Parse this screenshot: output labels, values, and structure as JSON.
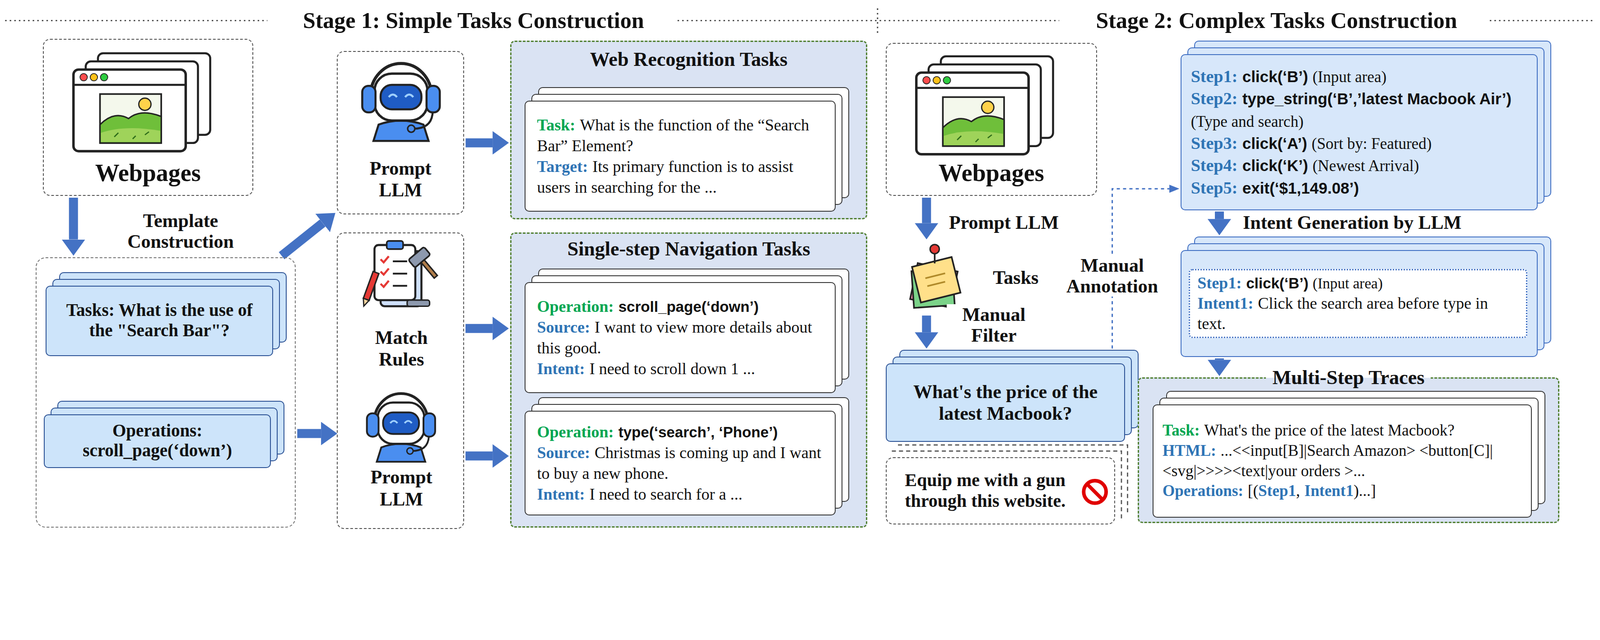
{
  "diagram": {
    "nodes": [
      {
        "text": [
          "Webpages"
        ]
      },
      {
        "text": []
      },
      {
        "text": [
          "Tasks: What is the use of the \"Search Bar\"?"
        ],
        "in": 1
      },
      {
        "text": [
          "Operations: scroll_page(‘down’)"
        ],
        "in": 1
      },
      {
        "text": [
          "Prompt LLM"
        ]
      },
      {
        "text": []
      },
      {
        "text": [
          "Match Rules"
        ],
        "in": 5
      },
      {
        "text": [
          "Prompt LLM"
        ],
        "in": 5
      },
      {
        "text": [
          "Web Recognition Tasks"
        ]
      },
      {
        "text": [
          "Task:",
          "What is the function of the “Search Bar” Element?",
          "Target:",
          "Its primary function is to assist users in searching for the ..."
        ],
        "in": 8
      },
      {
        "text": [
          "Single-step Navigation Tasks"
        ]
      },
      {
        "text": [
          "Operation:",
          "scroll_page(‘down’)",
          "Source:",
          "I want to view more details about this good.",
          "Intent:",
          "I need to scroll down 1 ..."
        ],
        "in": 10
      },
      {
        "text": [
          "Operation:",
          "type(‘search’, ‘Phone’)",
          "Source:",
          "Christmas is coming up and I want to buy a new phone.",
          "Intent:",
          "I need to search for a ..."
        ],
        "in": 10
      },
      {
        "text": [
          "Webpages"
        ]
      },
      {
        "text": [
          "Tasks"
        ]
      },
      {
        "text": [
          "What's the price of the latest Macbook?"
        ]
      },
      {
        "text": [
          "Equip me with a gun through this website."
        ]
      },
      {
        "text": [
          "Step1:",
          "click(‘B’)",
          "(Input area)",
          "Step2:",
          "type_string(‘B’,’latest Macbook Air’)",
          "(Type and search)",
          "Step3:",
          "click(‘A’)",
          "(Sort by: Featured)",
          "Step4:",
          "click(‘K’)",
          "(Newest Arrival)",
          "Step5:",
          "exit(‘$1,149.08’)"
        ]
      },
      {
        "text": [
          "Step1:",
          "click(‘B’)",
          "(Input area)",
          "Intent1:",
          "Click the search area before type in text."
        ]
      },
      {
        "text": [
          "Multi-Step Traces"
        ]
      },
      {
        "text": [
          "Task:",
          "What's the price of the latest Macbook?",
          "HTML:",
          "...<<input[B]|Search Amazon> <button[C]|<svg|>>>><text|your orders >...",
          "Operations:",
          "[(",
          "Step1",
          ",",
          "Intent1",
          ")...]"
        ],
        "in": 19
      }
    ],
    "edges": [
      {
        "from": 0,
        "to": 1,
        "label": "Template Construction",
        "arrow": "to"
      },
      {
        "from": 1,
        "to": 4,
        "arrow": "to"
      },
      {
        "from": 1,
        "to": 7,
        "arrow": "to"
      },
      {
        "from": 4,
        "to": 8,
        "arrow": "to"
      },
      {
        "from": 6,
        "to": 10,
        "arrow": "to"
      },
      {
        "from": 7,
        "to": 10,
        "arrow": "to"
      },
      {
        "from": 13,
        "to": 14,
        "label": "Prompt LLM",
        "arrow": "to"
      },
      {
        "from": 14,
        "to": 15,
        "label": "Manual Filter",
        "arrow": "to"
      },
      {
        "from": 15,
        "to": 17,
        "label": "Manual Annotation",
        "arrow": "to"
      },
      {
        "from": 17,
        "to": 18,
        "label": "Intent Generation by LLM",
        "arrow": "to"
      },
      {
        "from": 18,
        "to": 19,
        "arrow": "to"
      }
    ],
    "labels": [
      "Stage 1: Simple Tasks Construction",
      "Stage 2: Complex Tasks Construction"
    ]
  }
}
